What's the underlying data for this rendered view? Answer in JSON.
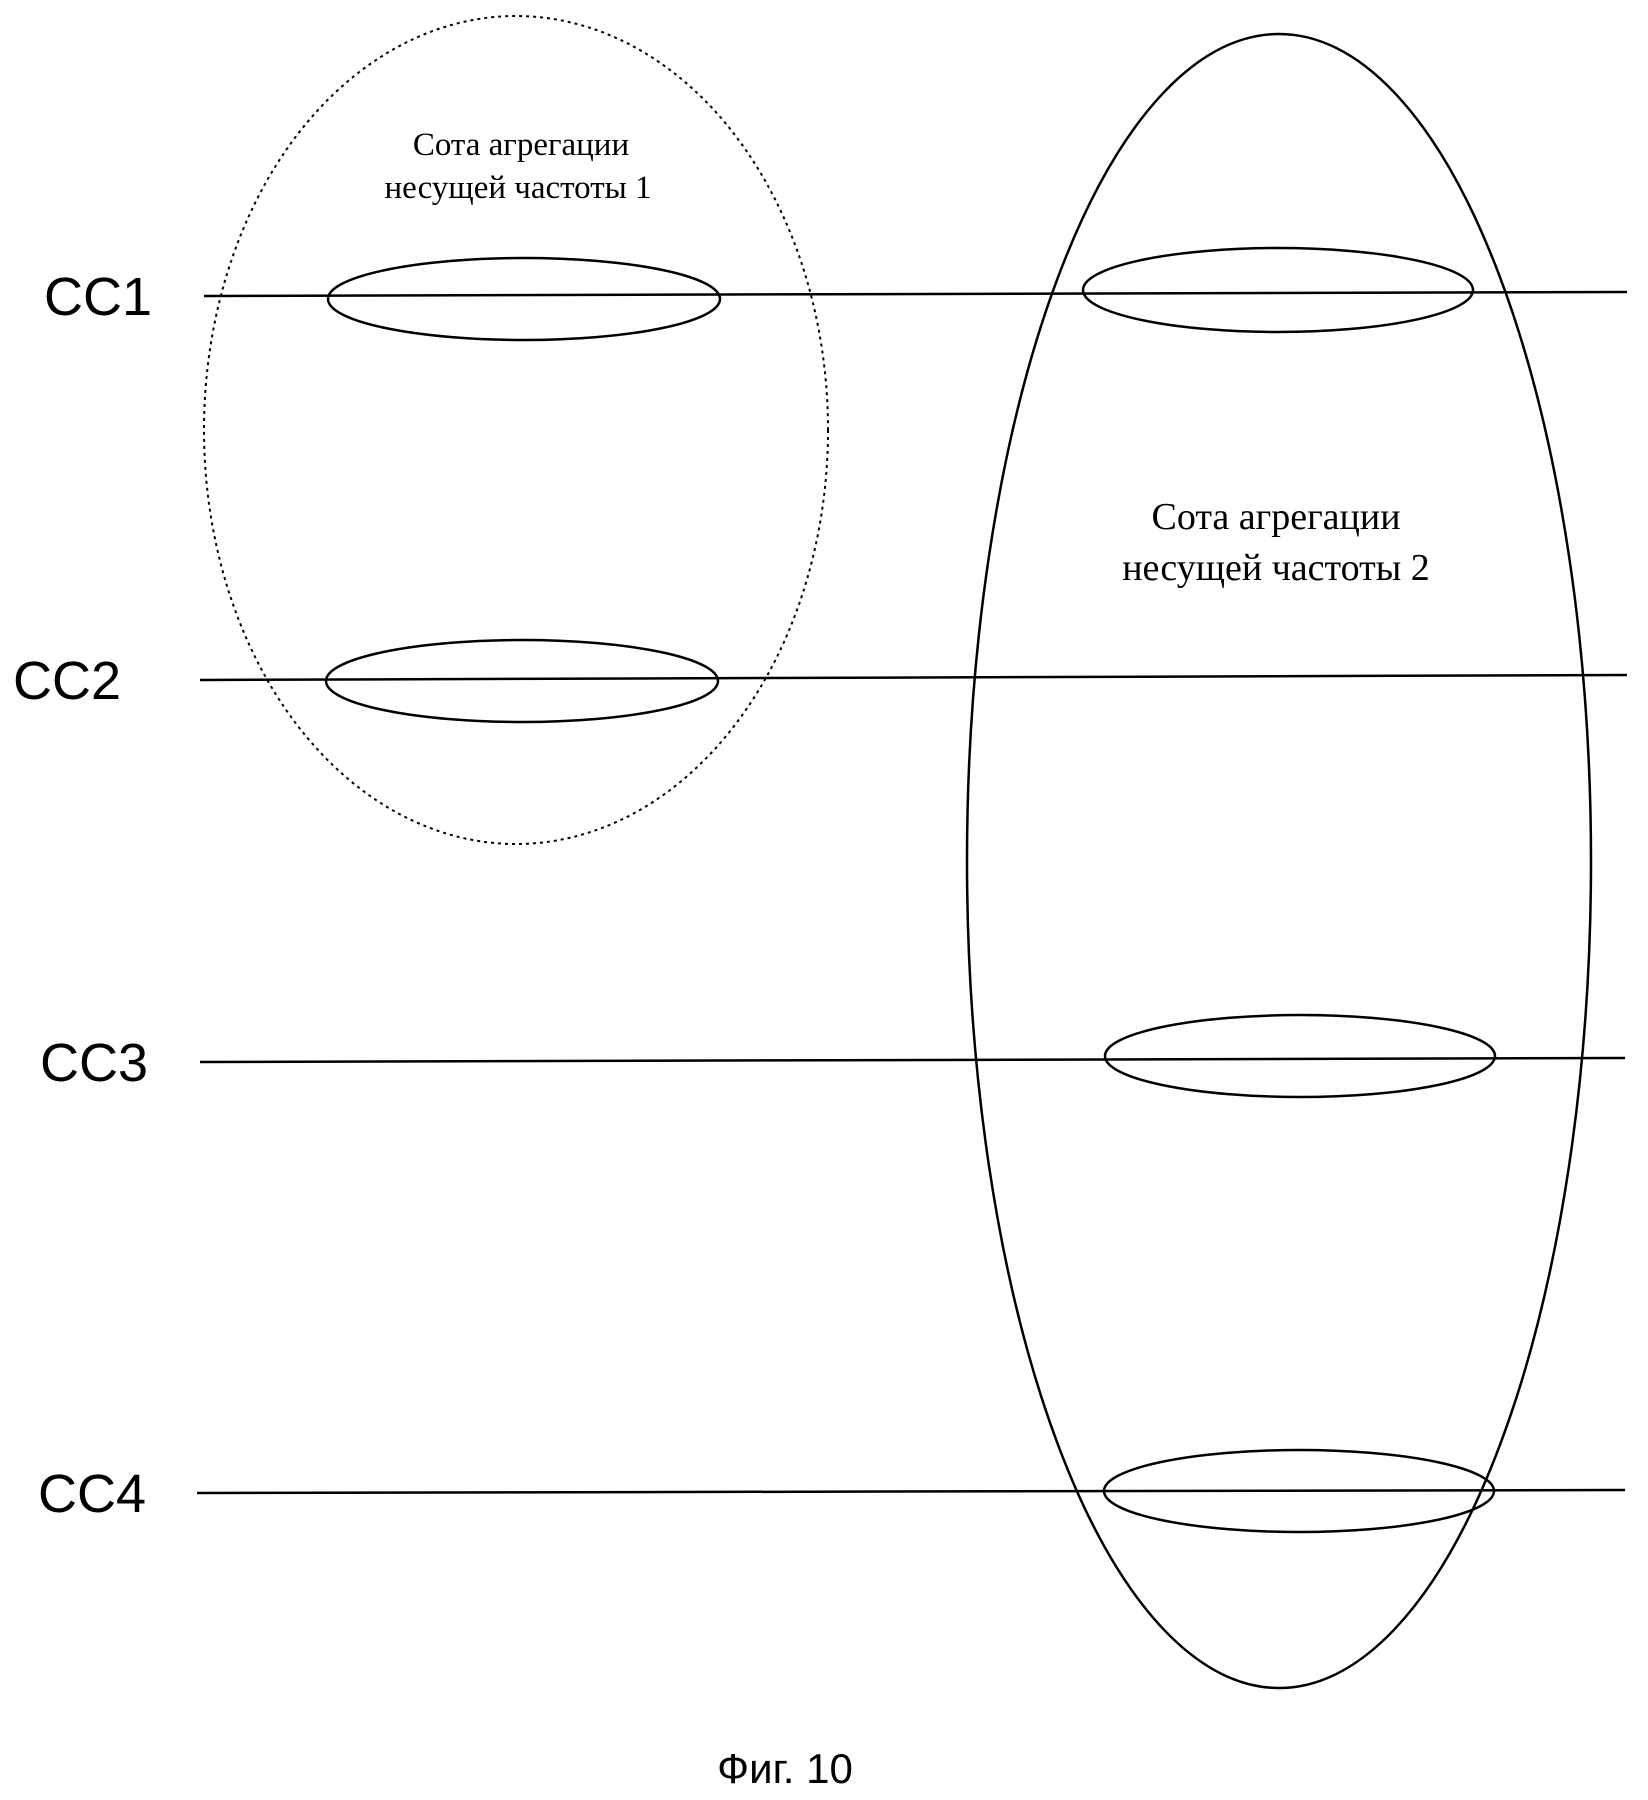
{
  "carriers": [
    "CC1",
    "CC2",
    "CC3",
    "CC4"
  ],
  "cell1": {
    "line1": "Сота агрегации",
    "line2": "несущей частоты 1"
  },
  "cell2": {
    "line1": "Сота агрегации",
    "line2": "несущей частоты 2"
  },
  "caption": "Фиг. 10"
}
